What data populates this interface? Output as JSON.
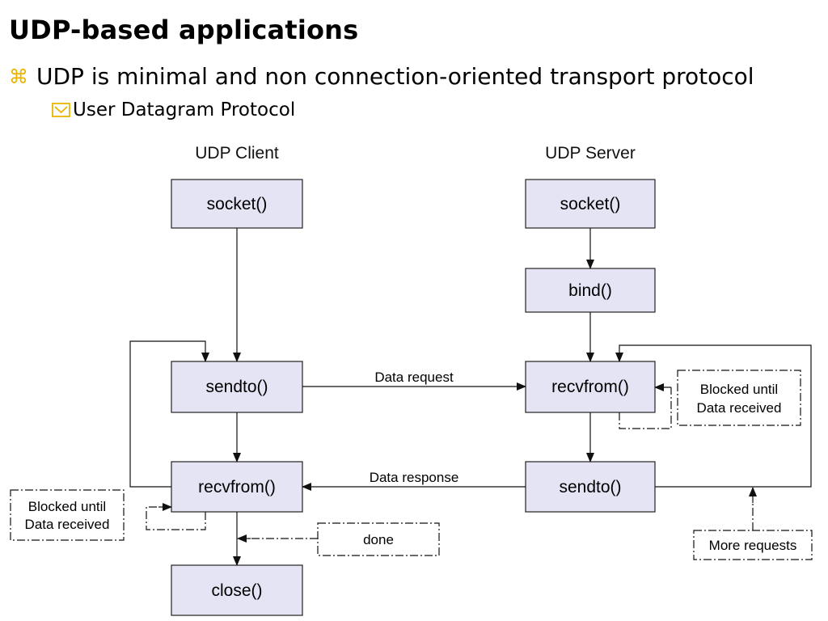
{
  "slide": {
    "title": "UDP-based applications",
    "bullet1": "UDP is minimal and non connection-oriented transport protocol",
    "bullet2": "User Datagram Protocol",
    "bullet1_icon": "command-icon",
    "bullet2_icon": "folder-check-icon",
    "bullet_color": "#e8b400"
  },
  "diagram": {
    "client_header": "UDP Client",
    "server_header": "UDP Server",
    "client": {
      "socket": "socket()",
      "sendto": "sendto()",
      "recvfrom": "recvfrom()",
      "close": "close()"
    },
    "server": {
      "socket": "socket()",
      "bind": "bind()",
      "recvfrom": "recvfrom()",
      "sendto": "sendto()"
    },
    "data_request": "Data request",
    "data_response": "Data response",
    "server_blocked": [
      "Blocked until",
      "Data received"
    ],
    "client_blocked": [
      "Blocked until",
      "Data received"
    ],
    "done": "done",
    "more_requests": "More requests",
    "box_fill": "#e4e4f4"
  }
}
